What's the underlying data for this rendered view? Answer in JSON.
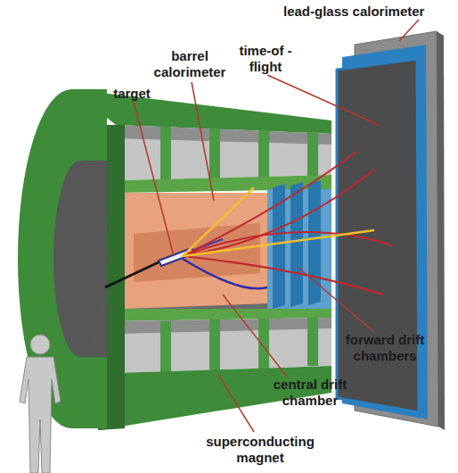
{
  "diagram": {
    "labels": [
      "lead-glass calorimeter",
      "barrel calorimeter",
      "time-of -flight",
      "target",
      "forward drift chambers",
      "central drift chamber",
      "superconducting magnet"
    ]
  }
}
